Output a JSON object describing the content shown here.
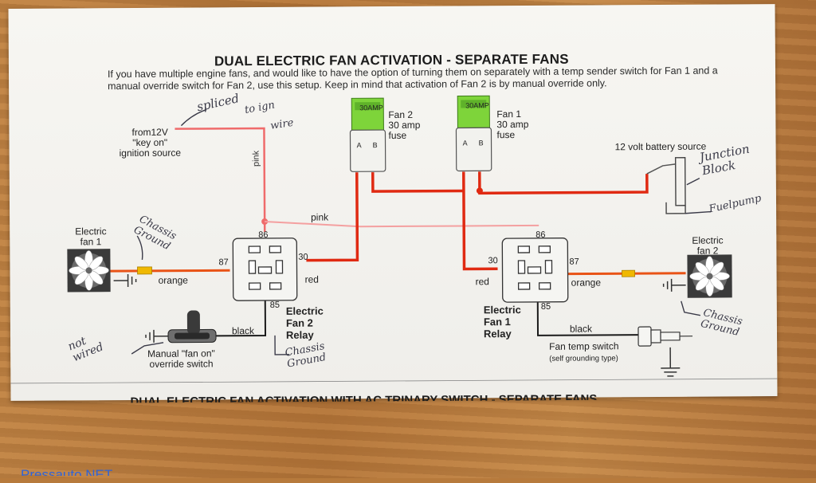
{
  "diagram": {
    "title": "DUAL ELECTRIC FAN ACTIVATION - SEPARATE FANS",
    "intro": "If you have multiple engine fans, and would like to have the option of turning them on separately with a temp sender switch for Fan 1 and a manual override switch for Fan 2, use this setup. Keep in mind that activation of Fan 2 is by manual override only.",
    "ignition_source": [
      "from12V",
      "\"key on\"",
      "ignition source"
    ],
    "battery_source": "12 volt battery source",
    "fuse2": {
      "label": [
        "Fan 2",
        "30 amp",
        "fuse"
      ],
      "tag": "30AMP",
      "a": "A",
      "b": "B"
    },
    "fuse1": {
      "label": [
        "Fan 1",
        "30 amp",
        "fuse"
      ],
      "tag": "30AMP",
      "a": "A",
      "b": "B"
    },
    "fan1": [
      "Electric",
      "fan 1"
    ],
    "fan2": [
      "Electric",
      "fan 2"
    ],
    "relay2": {
      "label": [
        "Electric",
        "Fan 2",
        "Relay"
      ],
      "pin86": "86",
      "pin87": "87",
      "pin30": "30",
      "pin85": "85"
    },
    "relay1": {
      "label": [
        "Electric",
        "Fan 1",
        "Relay"
      ],
      "pin86": "86",
      "pin87": "87",
      "pin30": "30",
      "pin85": "85"
    },
    "wires": {
      "pink_v": "pink",
      "pink_h": "pink",
      "orange_l": "orange",
      "red_l": "red",
      "red_r": "red",
      "orange_r": "orange",
      "black_l": "black",
      "black_r": "black"
    },
    "switch_manual": [
      "Manual \"fan on\"",
      "override switch"
    ],
    "switch_temp": [
      "Fan temp switch",
      "(self grounding type)"
    ],
    "bottom_title": "DUAL ELECTRIC FAN ACTIVATION WITH AC TRINARY SWITCH - SEPARATE FANS"
  },
  "handwriting": {
    "spliced": "spliced",
    "to_ign": "to ign",
    "wire": "wire",
    "chassis_ground_l": [
      "Chassis",
      "Ground"
    ],
    "chassis_ground_m": [
      "Chassis",
      "Ground"
    ],
    "chassis_ground_r": [
      "Chassis",
      "Ground"
    ],
    "junction_block": [
      "Junction",
      "Block"
    ],
    "fuel_pump": "Fuelpump",
    "not_wired": [
      "not",
      "wired"
    ]
  },
  "watermark": "Pressauto.NET",
  "colors": {
    "red_wire": "#e02a12",
    "pink_wire": "#ef6b6b",
    "orange_fuse": "#f0b800",
    "fuse_green": "#7ed43a"
  }
}
